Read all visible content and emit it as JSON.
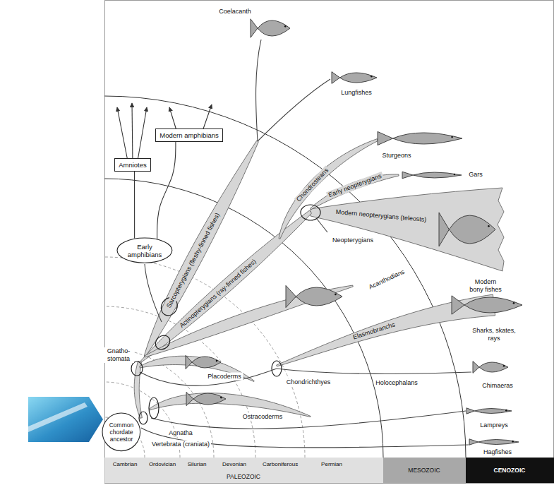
{
  "diagram": {
    "nodes": [
      {
        "text": [
          "Modern amphibians"
        ]
      },
      {
        "text": [
          "Amniotes"
        ]
      },
      {
        "text": [
          "Early amphibians"
        ]
      },
      {
        "text": [
          "Common chordate ancestor"
        ]
      }
    ],
    "edges": [
      {
        "from": 2,
        "to": 1,
        "arrow": "none"
      },
      {
        "from": 2,
        "to": 0,
        "arrow": "none"
      }
    ],
    "labels": [
      "Coelacanth",
      "Lungfishes",
      "Sarcopterygians (fleshy-finned fishes)",
      "Chondrosteans",
      "Sturgeons",
      "Early neopterygians",
      "Gars",
      "Modern neopterygians (teleosts)",
      "Neopterygians",
      "Actinopterygians (ray-finned fishes)",
      "Acanthodians",
      "Modern bony fishes",
      "Elasmobranchs",
      "Sharks, skates, rays",
      "Gnatho- stomata",
      "Placoderms",
      "Chondrichthyes",
      "Holocephalans",
      "Chimaeras",
      "Ostracoderms",
      "Lampreys",
      "Agnatha",
      "Vertebrata (craniata)",
      "Hagfishes",
      "Cambrian",
      "Ordovician",
      "Silurian",
      "Devonian",
      "Carboniferous",
      "Permian",
      "PALEOZOIC",
      "MESOZOIC",
      "CENOZOIC"
    ]
  }
}
